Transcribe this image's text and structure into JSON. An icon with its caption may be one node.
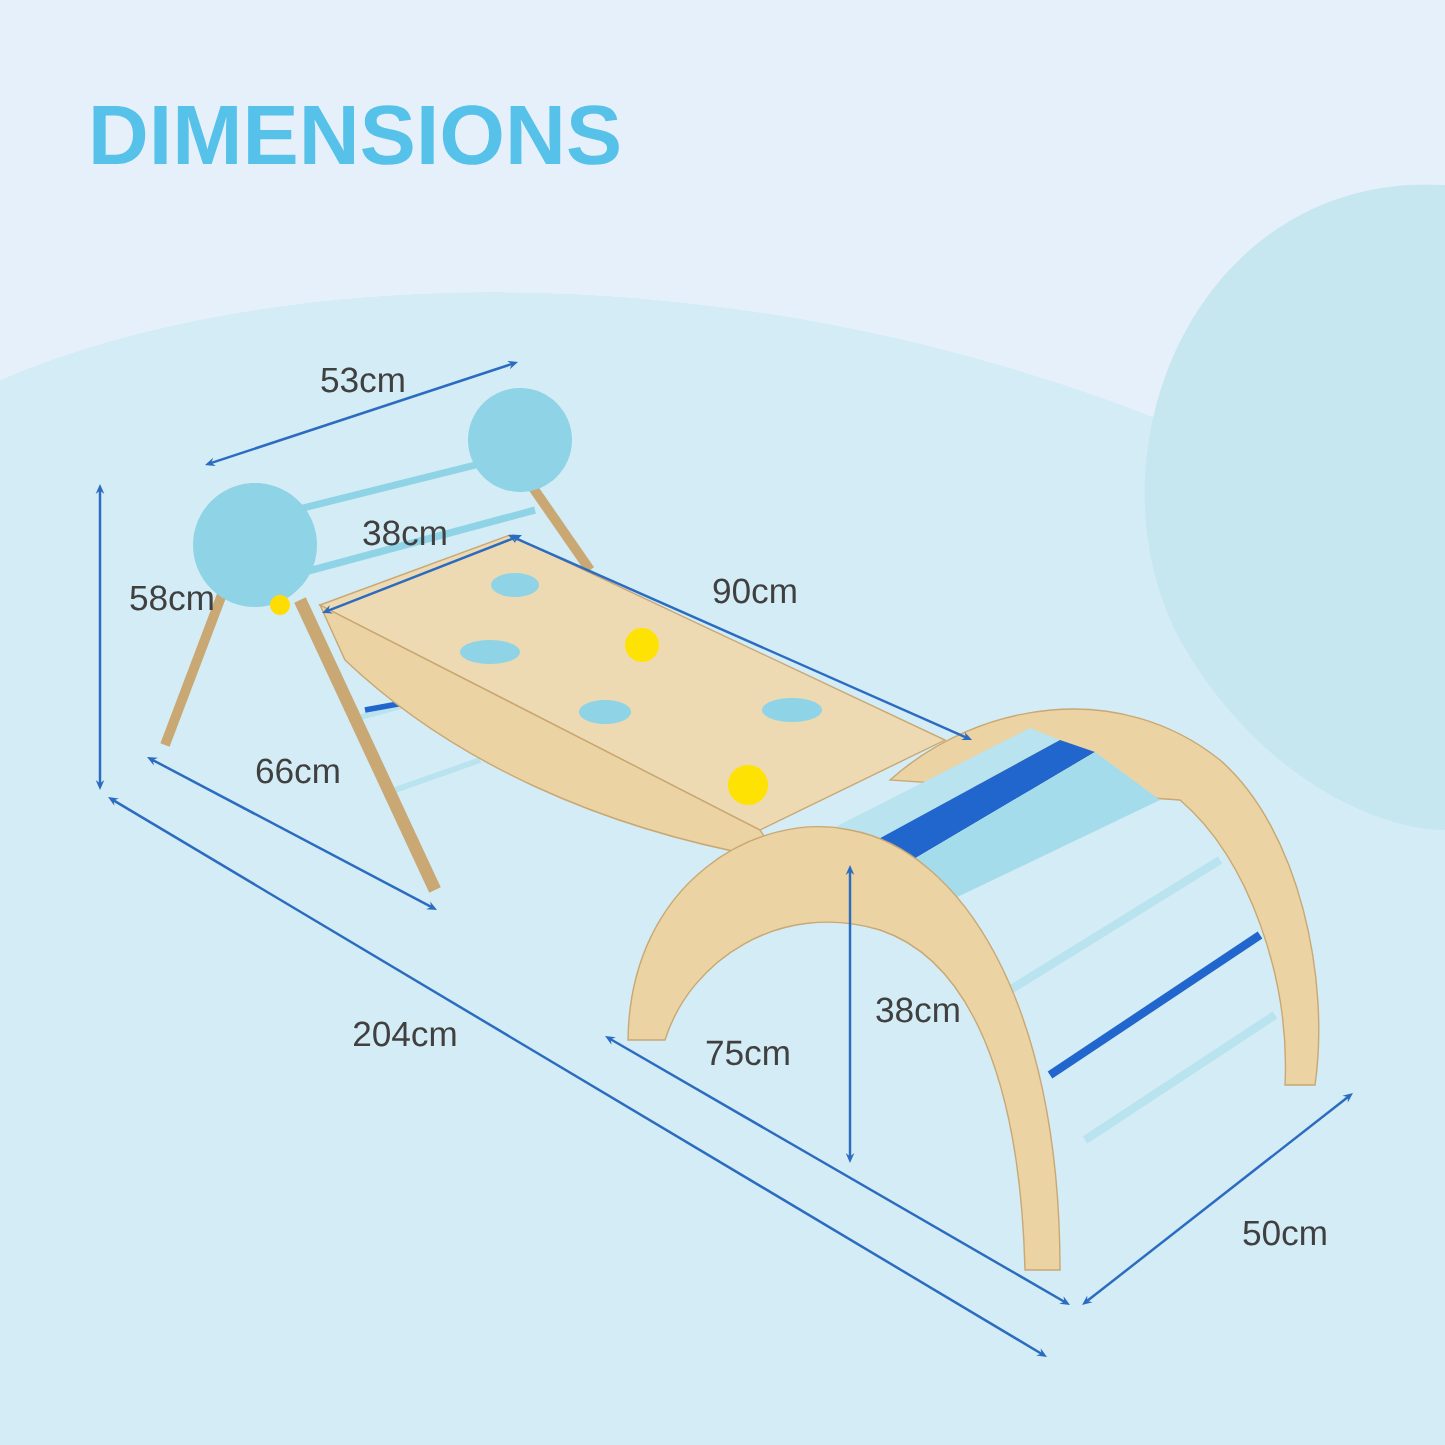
{
  "diagram": {
    "title": "DIMENSIONS",
    "labels": [
      "53cm",
      "38cm",
      "90cm",
      "58cm",
      "66cm",
      "38cm",
      "204cm",
      "75cm",
      "50cm"
    ]
  }
}
